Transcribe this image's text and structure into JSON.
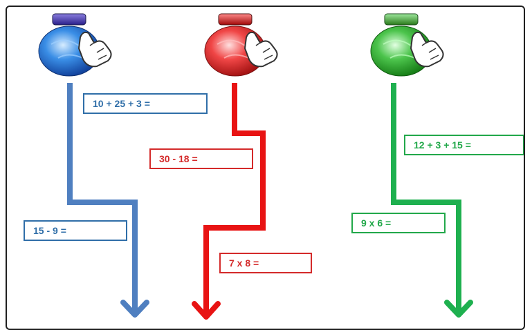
{
  "colors": {
    "blue": "#4f7fc0",
    "blue_text": "#2f6ea8",
    "red": "#e81313",
    "red_text": "#d42a2a",
    "green": "#1eb04f",
    "green_text": "#22a84a",
    "hand_fill": "#ffffff",
    "hand_stroke": "#333333"
  },
  "balloons": [
    {
      "color_name": "blue",
      "icon": "blue-balloon-with-hand-icon"
    },
    {
      "color_name": "red",
      "icon": "red-balloon-with-hand-icon"
    },
    {
      "color_name": "green",
      "icon": "green-balloon-with-hand-icon"
    }
  ],
  "expressions": {
    "blue_1": "10 + 25 + 3 =",
    "blue_2": "15 - 9 =",
    "red_1": "30 - 18 =",
    "red_2": "7 x 8 =",
    "green_1": "12 + 3 + 15 =",
    "green_2": "9 x 6 ="
  }
}
